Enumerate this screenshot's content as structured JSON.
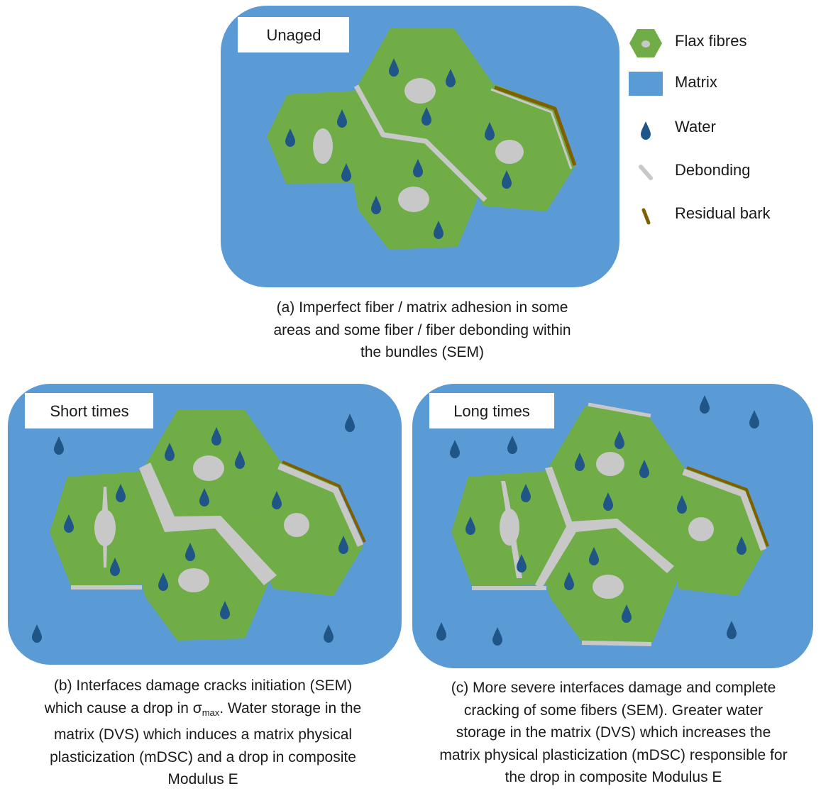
{
  "colors": {
    "matrix": "#5b9bd5",
    "fibre": "#70ad47",
    "lumen": "#c8c8c8",
    "debonding": "#c8c8c8",
    "water": "#1f5687",
    "bark": "#7f6000",
    "label_box": "#ffffff"
  },
  "legend": {
    "flax": "Flax fibres",
    "matrix": "Matrix",
    "water": "Water",
    "debonding": "Debonding",
    "bark": "Residual bark"
  },
  "panel_a": {
    "tag": "Unaged",
    "caption_lines": [
      "(a) Imperfect fiber / matrix adhesion in some",
      "areas  and some fiber / fiber debonding within",
      "the bundles (SEM)"
    ]
  },
  "panel_b": {
    "tag": "Short times",
    "caption_line1": "(b) Interfaces damage cracks initiation (SEM)",
    "caption_line2_pre": "which cause a drop in σ",
    "caption_line2_sub": "max",
    "caption_line2_post": ". Water storage in the",
    "caption_lines_rest": [
      "matrix (DVS) which induces a matrix physical",
      "plasticization (mDSC) and a drop in composite",
      "Modulus E"
    ]
  },
  "panel_c": {
    "tag": "Long times",
    "caption_lines": [
      "(c) More severe interfaces damage and complete",
      "cracking of some fibers (SEM). Greater water",
      "storage in the matrix (DVS) which increases the",
      "matrix physical plasticization (mDSC) responsible for",
      "the drop in composite Modulus E"
    ]
  }
}
